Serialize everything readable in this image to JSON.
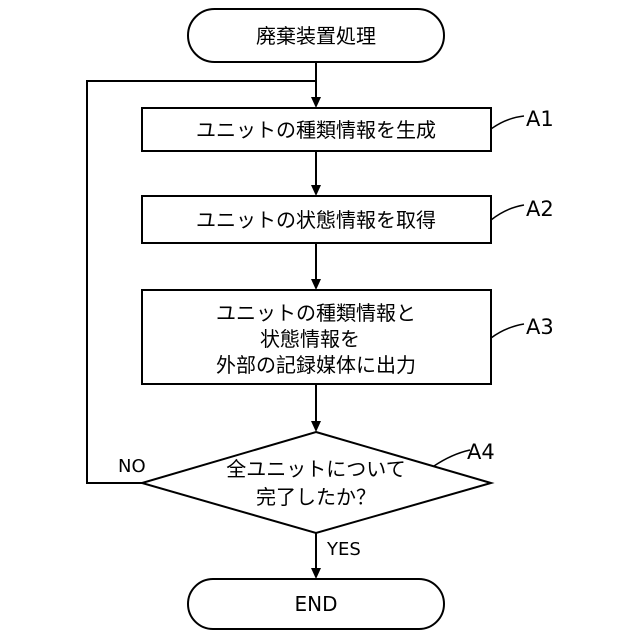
{
  "nodes": {
    "start": {
      "label": "廃棄装置処理"
    },
    "a1": {
      "label": "ユニットの種類情報を生成",
      "ref": "A1"
    },
    "a2": {
      "label": "ユニットの状態情報を取得",
      "ref": "A2"
    },
    "a3": {
      "lines": [
        "ユニットの種類情報と",
        "状態情報を",
        "外部の記録媒体に出力"
      ],
      "ref": "A3"
    },
    "a4": {
      "lines": [
        "全ユニットについて",
        "完了したか？"
      ],
      "ref": "A4"
    },
    "end": {
      "label": "END"
    }
  },
  "edges": {
    "no_label": "NO",
    "yes_label": "YES"
  }
}
